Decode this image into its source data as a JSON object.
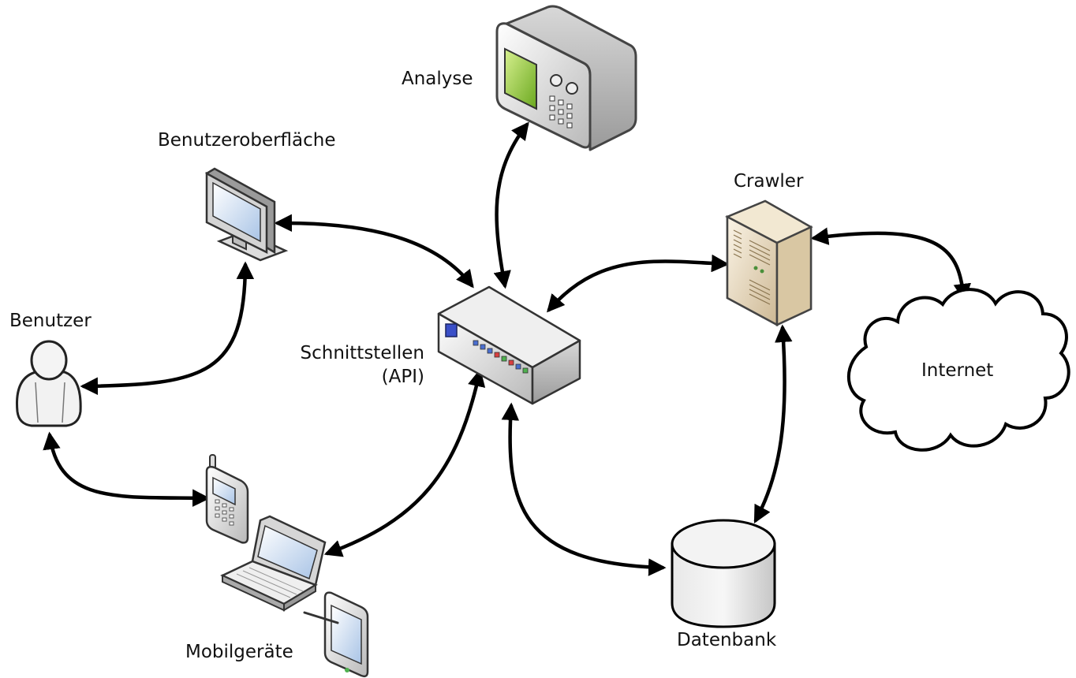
{
  "nodes": {
    "analyse": {
      "label": "Analyse",
      "icon": "analyzer-device-icon"
    },
    "ui": {
      "label": "Benutzeroberfläche",
      "icon": "monitor-icon"
    },
    "crawler": {
      "label": "Crawler",
      "icon": "server-tower-icon"
    },
    "user": {
      "label": "Benutzer",
      "icon": "user-icon"
    },
    "api": {
      "label_line1": "Schnittstellen",
      "label_line2": "(API)",
      "icon": "network-switch-icon"
    },
    "internet": {
      "label": "Internet",
      "icon": "cloud-icon"
    },
    "mobile": {
      "label": "Mobilgeräte",
      "icons": [
        "mobile-phone-icon",
        "laptop-icon",
        "tablet-icon"
      ]
    },
    "database": {
      "label": "Datenbank",
      "icon": "database-icon"
    }
  },
  "connections": [
    {
      "from": "api",
      "to": "analyse",
      "bidirectional": true
    },
    {
      "from": "api",
      "to": "ui",
      "bidirectional": true
    },
    {
      "from": "ui",
      "to": "user",
      "bidirectional": true
    },
    {
      "from": "user",
      "to": "mobile",
      "bidirectional": true
    },
    {
      "from": "api",
      "to": "mobile",
      "bidirectional": true
    },
    {
      "from": "api",
      "to": "crawler",
      "bidirectional": true
    },
    {
      "from": "crawler",
      "to": "internet",
      "bidirectional": true
    },
    {
      "from": "crawler",
      "to": "database",
      "bidirectional": true
    },
    {
      "from": "api",
      "to": "database",
      "bidirectional": true
    }
  ],
  "colors": {
    "line": "#000000",
    "screen": "#9ed23c",
    "cloud_stroke": "#000000",
    "server": "#e9dcc4"
  }
}
